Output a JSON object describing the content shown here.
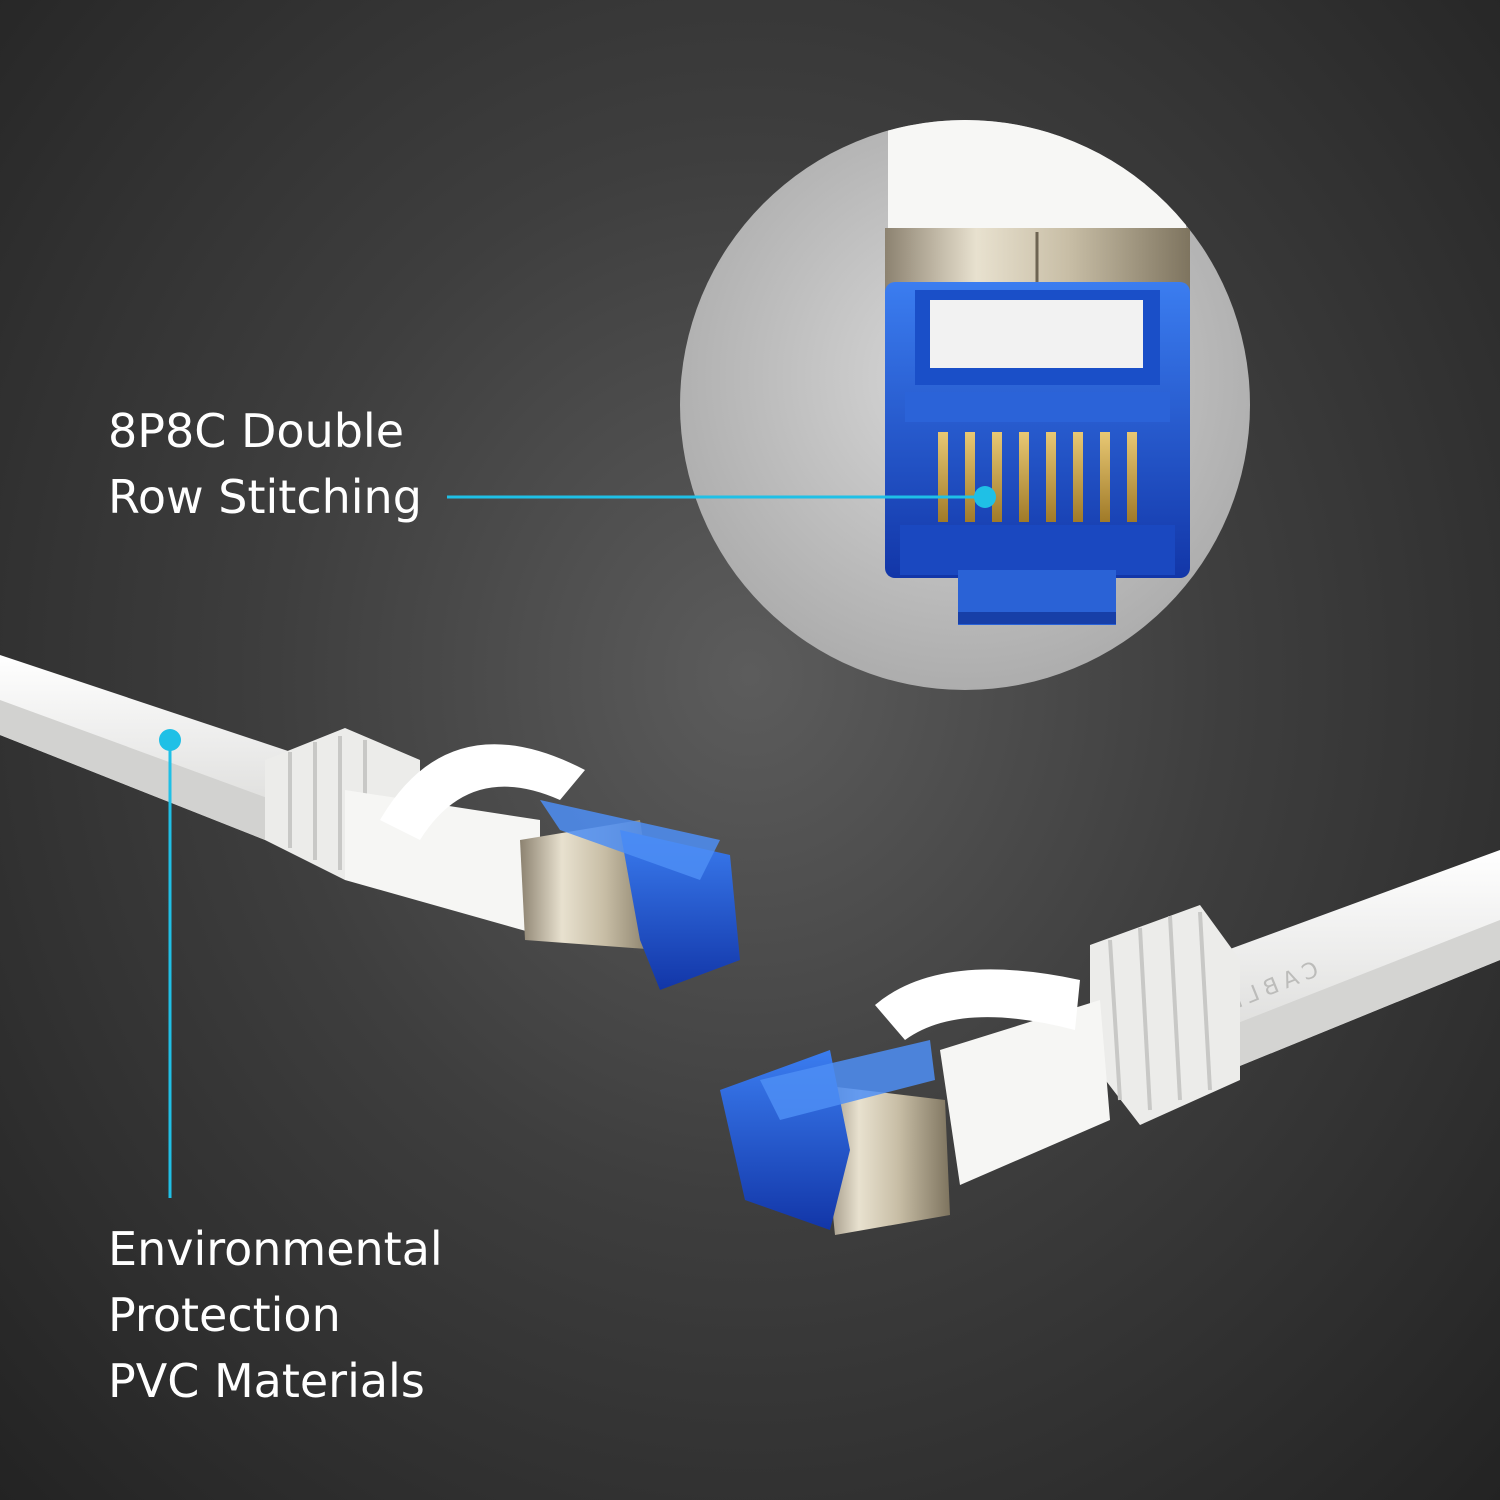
{
  "colors": {
    "accent": "#1fc0e6",
    "connector_blue": "#1f5fd6",
    "cable_white": "#f4f4f2",
    "background": "#3a3a3a"
  },
  "callouts": {
    "connector": {
      "line1": "8P8C Double",
      "line2": "Row Stitching"
    },
    "material": {
      "line1": "Environmental",
      "line2": "Protection",
      "line3": "PVC Materials"
    }
  },
  "cable_print": "CABLE BL"
}
